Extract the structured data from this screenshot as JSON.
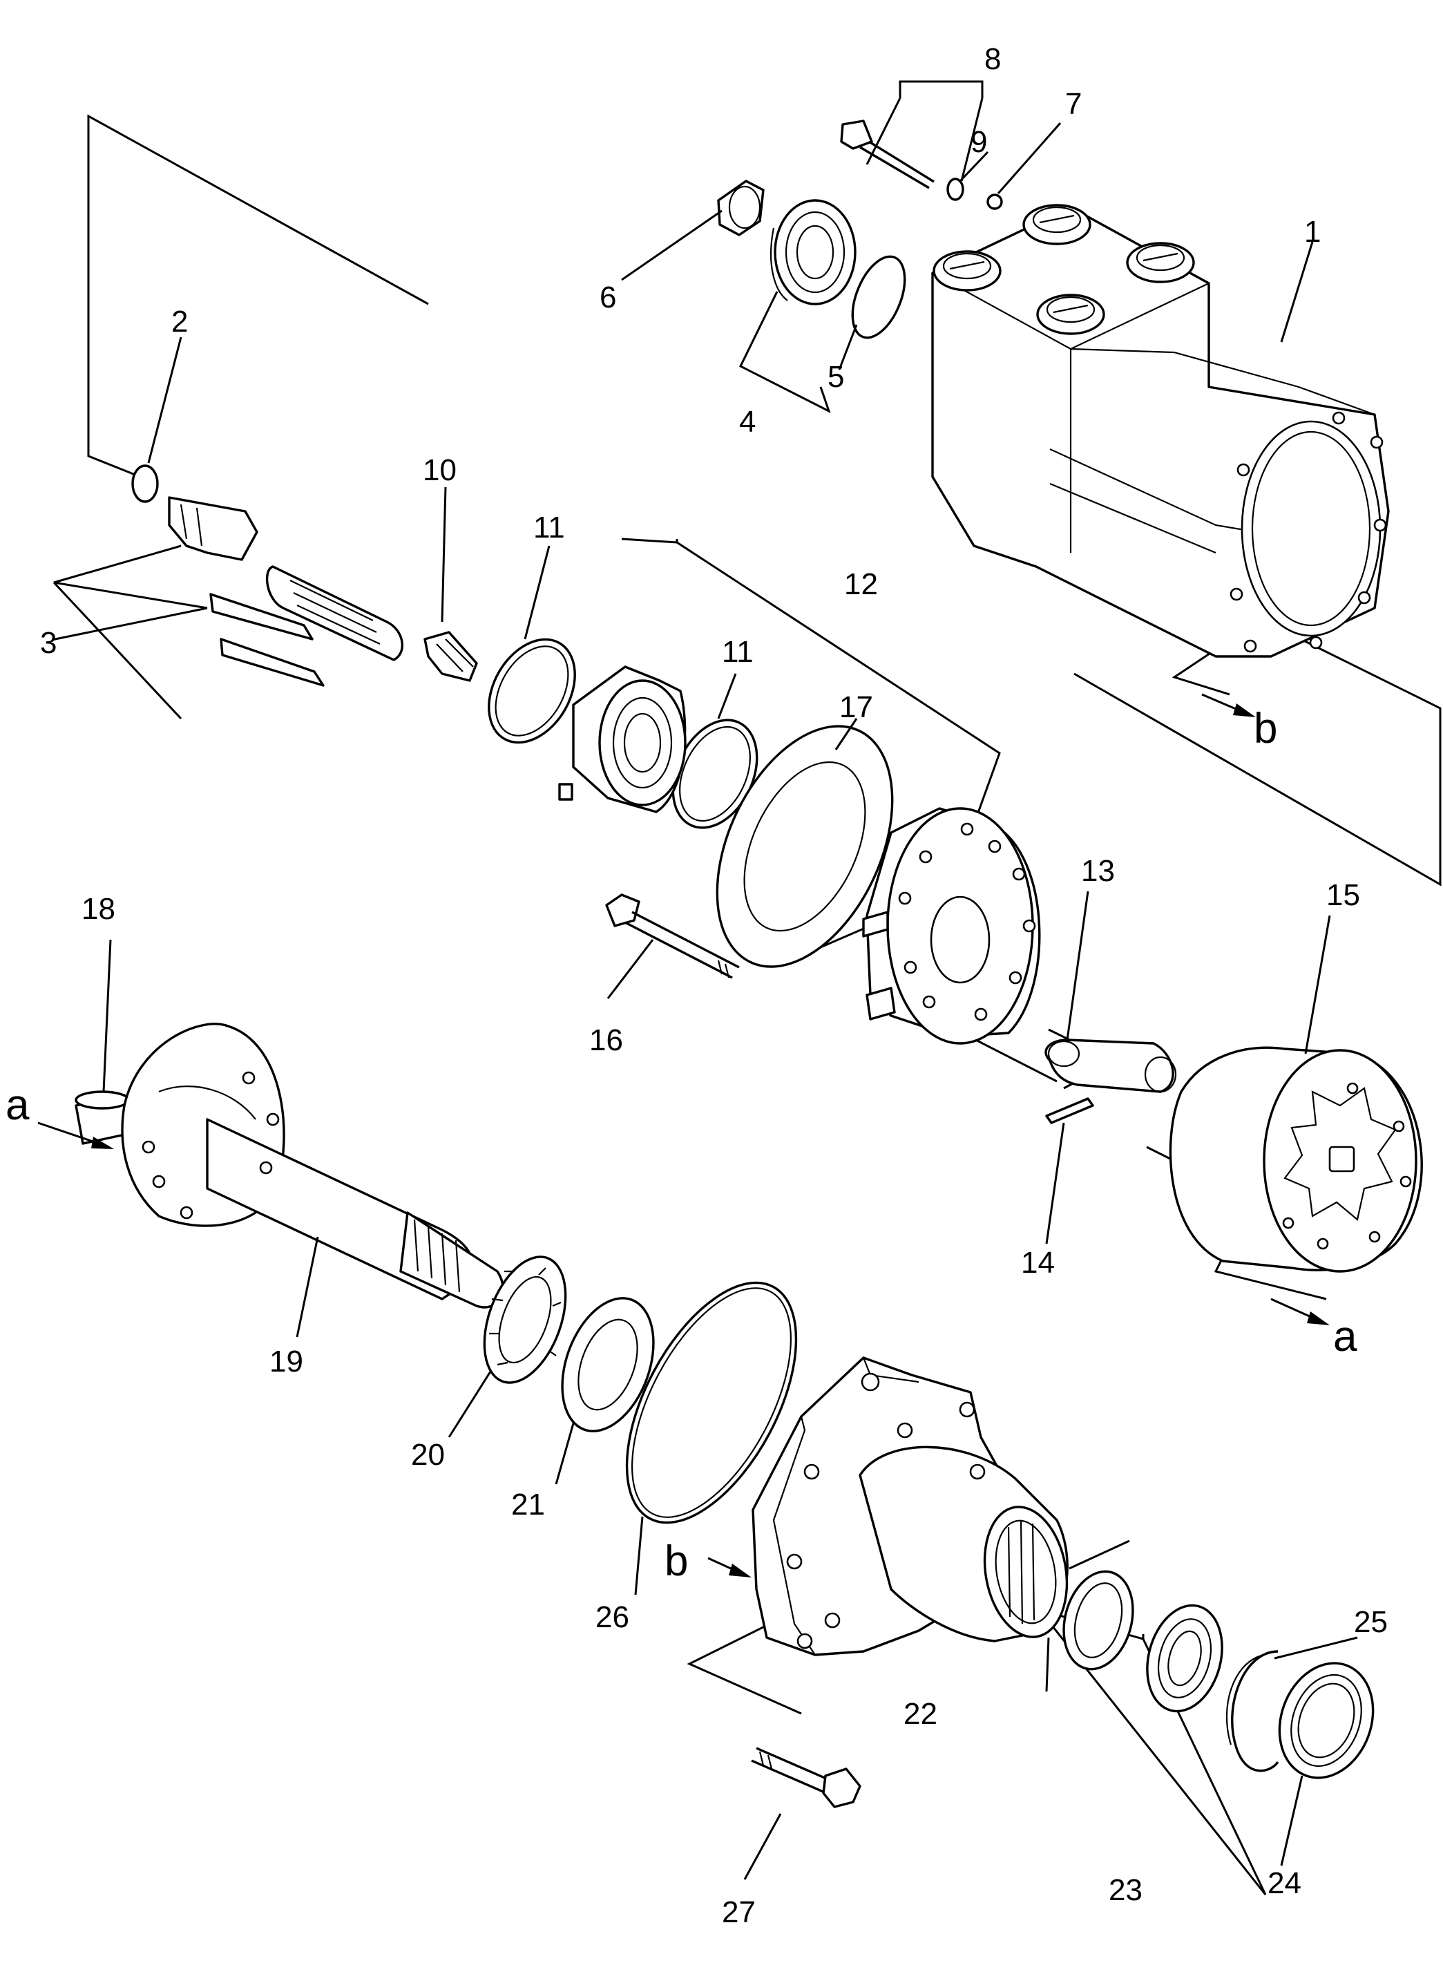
{
  "diagram": {
    "part_numbers": [
      "1",
      "2",
      "3",
      "4",
      "5",
      "6",
      "7",
      "8",
      "9",
      "10",
      "11",
      "11",
      "12",
      "13",
      "14",
      "15",
      "16",
      "17",
      "18",
      "19",
      "20",
      "21",
      "22",
      "23",
      "24",
      "25",
      "26",
      "27"
    ],
    "flow_markers": [
      "a",
      "a",
      "b",
      "b"
    ]
  }
}
